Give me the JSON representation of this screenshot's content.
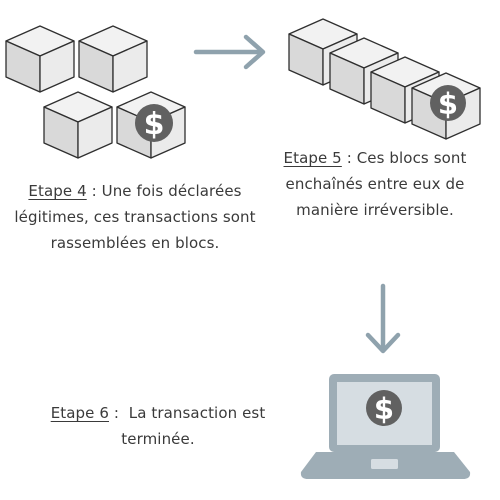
{
  "step4": {
    "step_label": "Etape 4",
    "text": " : Une fois déclarées légitimes, ces transactions sont rassemblées en blocs."
  },
  "step5": {
    "step_label": "Etape 5",
    "text": " : Ces blocs sont enchaînés entre eux de manière irréversible."
  },
  "step6": {
    "step_label": "Etape 6",
    "text": " :  La transaction est terminée."
  },
  "coin_symbol": "$",
  "icons": {
    "block": "cube-icon",
    "coin_block": "dollar-cube-icon",
    "arrow_right": "arrow-right-icon",
    "arrow_down": "arrow-down-icon",
    "laptop": "laptop-icon"
  },
  "colors": {
    "cube_top": "#f2f2f2",
    "cube_left": "#d9d9d9",
    "cube_right": "#ebebeb",
    "cube_outline": "#2f2f2f",
    "coin": "#616161",
    "arrow": "#8fa2ad",
    "laptop_frame": "#9eadb6",
    "laptop_screen": "#d6dde2",
    "text": "#3a3a3a"
  }
}
